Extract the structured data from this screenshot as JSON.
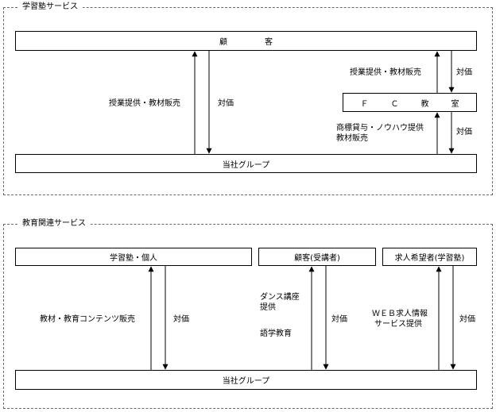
{
  "section1": {
    "title": "学習塾サービス",
    "customer_box": "顧　　客",
    "fc_box": "Ｆ　Ｃ　教　室",
    "group_box": "当社グループ",
    "label_lesson_left": "授業提供・教材販売",
    "label_price_left": "対価",
    "label_lesson_right": "授業提供・教材販売",
    "label_price_right_top": "対価",
    "label_trademark_line1": "商標貸与・ノウハウ提供",
    "label_trademark_line2": "教材販売",
    "label_price_right_bottom": "対価"
  },
  "section2": {
    "title": "教育関連サービス",
    "box_juku": "学習塾・個人",
    "box_customer": "顧客(受講者)",
    "box_job": "求人希望者(学習塾)",
    "group_box": "当社グループ",
    "label_content": "教材・教育コンテンツ販売",
    "label_price_1": "対価",
    "label_dance_line1": "ダンス講座",
    "label_dance_line2": "提供",
    "label_language": "語学教育",
    "label_price_2": "対価",
    "label_web_line1": "ＷＥＢ求人情報",
    "label_web_line2": "サービス提供",
    "label_price_3": "対価"
  }
}
